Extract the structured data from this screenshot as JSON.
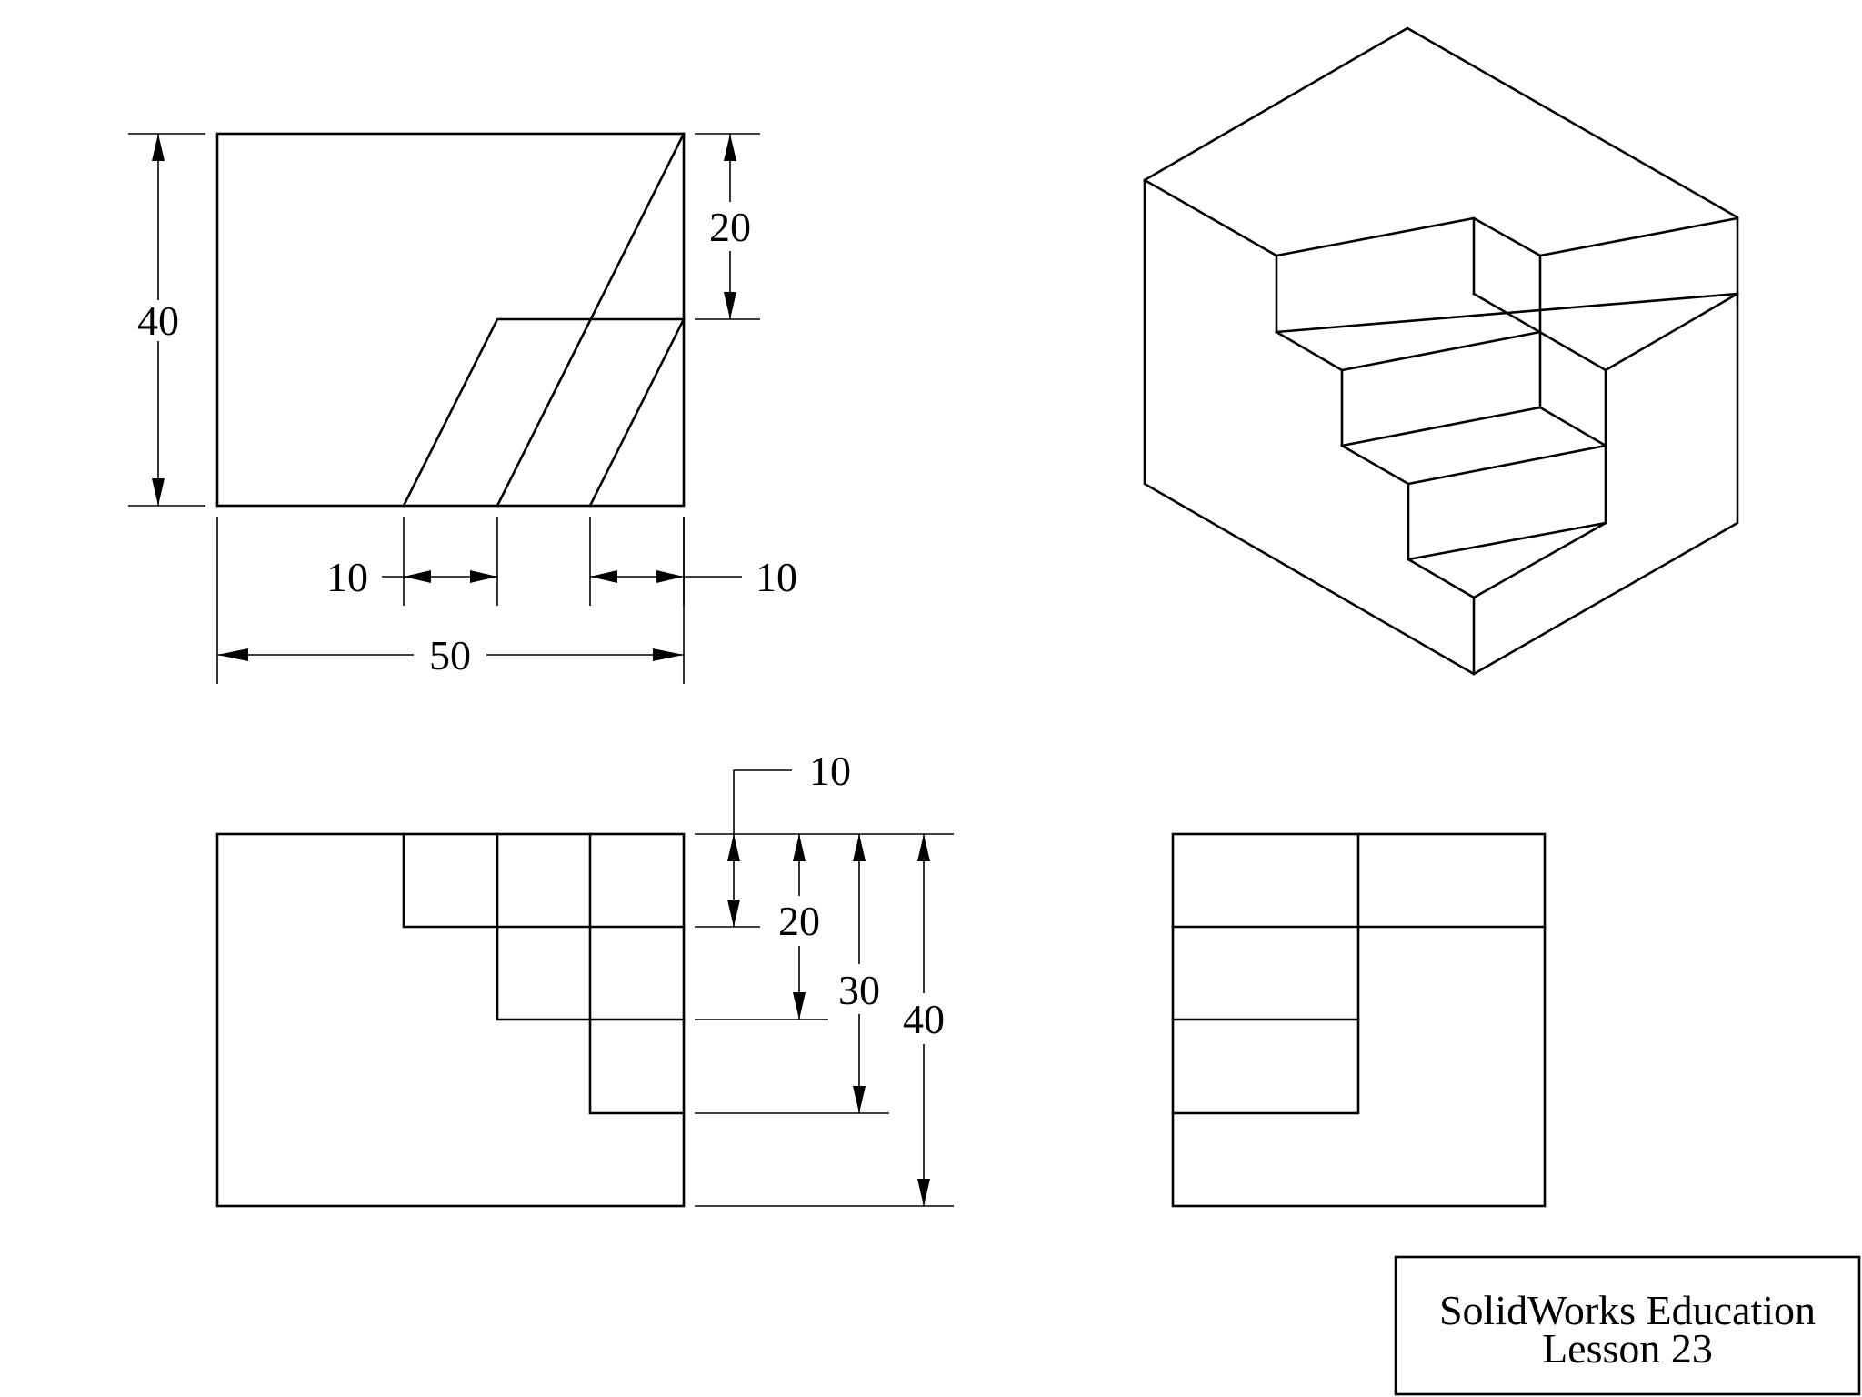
{
  "front_view": {
    "dimensions": {
      "height": "40",
      "upper_step": "20",
      "left_step": "10",
      "right_step": "10",
      "width": "50"
    }
  },
  "bottom_view": {
    "dimensions": {
      "first_step": "10",
      "second_step": "20",
      "third_step": "30",
      "total_height": "40"
    }
  },
  "title_block": {
    "line1": "SolidWorks Education",
    "line2": "Lesson 23"
  }
}
